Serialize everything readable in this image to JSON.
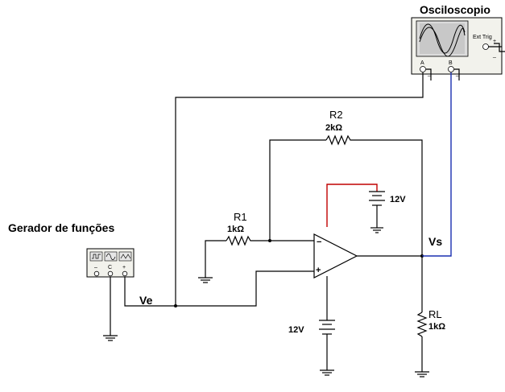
{
  "oscilloscope": {
    "title": "Osciloscopio",
    "ext_trig_label": "Ext Trig",
    "channel_a_label": "A",
    "channel_b_label": "B",
    "minus_a": "_",
    "minus_b": "_",
    "plus_ext": "+",
    "minus_ext": "_"
  },
  "function_generator": {
    "title": "Gerador de funções",
    "minus_terminal": "–",
    "common_terminal": "C",
    "plus_terminal": "+"
  },
  "components": {
    "r1_name": "R1",
    "r1_value": "1kΩ",
    "r2_name": "R2",
    "r2_value": "2kΩ",
    "rl_name": "RL",
    "rl_value": "1kΩ",
    "battery_top_value": "12V",
    "battery_bottom_value": "12V",
    "opamp_minus": "−",
    "opamp_plus": "+"
  },
  "nodes": {
    "input_label": "Ve",
    "output_label": "Vs"
  }
}
